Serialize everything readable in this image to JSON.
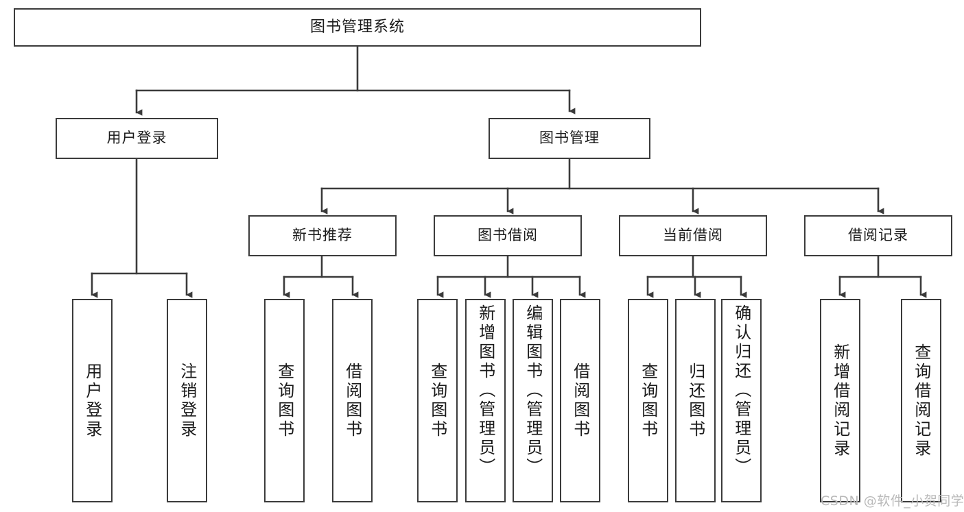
{
  "diagram": {
    "title": "图书管理系统",
    "type": "tree-hierarchy",
    "root": {
      "label": "图书管理系统"
    },
    "level2": [
      {
        "label": "用户登录"
      },
      {
        "label": "图书管理"
      }
    ],
    "level3": [
      {
        "label": "新书推荐"
      },
      {
        "label": "图书借阅"
      },
      {
        "label": "当前借阅"
      },
      {
        "label": "借阅记录"
      }
    ],
    "leaves": {
      "user_login": [
        {
          "label": "用户登录"
        },
        {
          "label": "注销登录"
        }
      ],
      "new_book_recommend": [
        {
          "label": "查询图书"
        },
        {
          "label": "借阅图书"
        }
      ],
      "book_borrow": [
        {
          "label": "查询图书"
        },
        {
          "label": "新增图书（管理员）"
        },
        {
          "label": "编辑图书（管理员）"
        },
        {
          "label": "借阅图书"
        }
      ],
      "current_borrow": [
        {
          "label": "查询图书"
        },
        {
          "label": "归还图书"
        },
        {
          "label": "确认归还（管理员）"
        }
      ],
      "borrow_record": [
        {
          "label": "新增借阅记录"
        },
        {
          "label": "查询借阅记录"
        }
      ]
    }
  },
  "watermark": {
    "text": "CSDN @软件_小贺同学"
  },
  "colors": {
    "stroke": "#3b3b3b",
    "fill": "#ffffff",
    "text": "#1b1b1b",
    "watermark": "#b9b9b9"
  }
}
